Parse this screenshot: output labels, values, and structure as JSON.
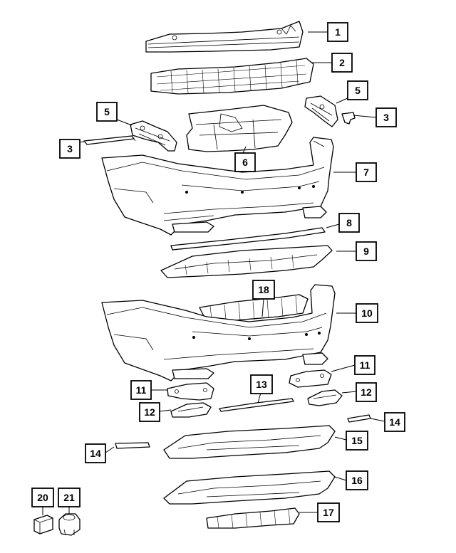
{
  "callouts": [
    {
      "id": "c1",
      "label": "1"
    },
    {
      "id": "c2",
      "label": "2"
    },
    {
      "id": "c5a",
      "label": "5"
    },
    {
      "id": "c5b",
      "label": "5"
    },
    {
      "id": "c3a",
      "label": "3"
    },
    {
      "id": "c3b",
      "label": "3"
    },
    {
      "id": "c6",
      "label": "6"
    },
    {
      "id": "c7",
      "label": "7"
    },
    {
      "id": "c8",
      "label": "8"
    },
    {
      "id": "c9",
      "label": "9"
    },
    {
      "id": "c18",
      "label": "18"
    },
    {
      "id": "c10",
      "label": "10"
    },
    {
      "id": "c11a",
      "label": "11"
    },
    {
      "id": "c11b",
      "label": "11"
    },
    {
      "id": "c13",
      "label": "13"
    },
    {
      "id": "c12a",
      "label": "12"
    },
    {
      "id": "c12b",
      "label": "12"
    },
    {
      "id": "c14a",
      "label": "14"
    },
    {
      "id": "c14b",
      "label": "14"
    },
    {
      "id": "c15",
      "label": "15"
    },
    {
      "id": "c16",
      "label": "16"
    },
    {
      "id": "c20",
      "label": "20"
    },
    {
      "id": "c21",
      "label": "21"
    },
    {
      "id": "c17",
      "label": "17"
    }
  ]
}
